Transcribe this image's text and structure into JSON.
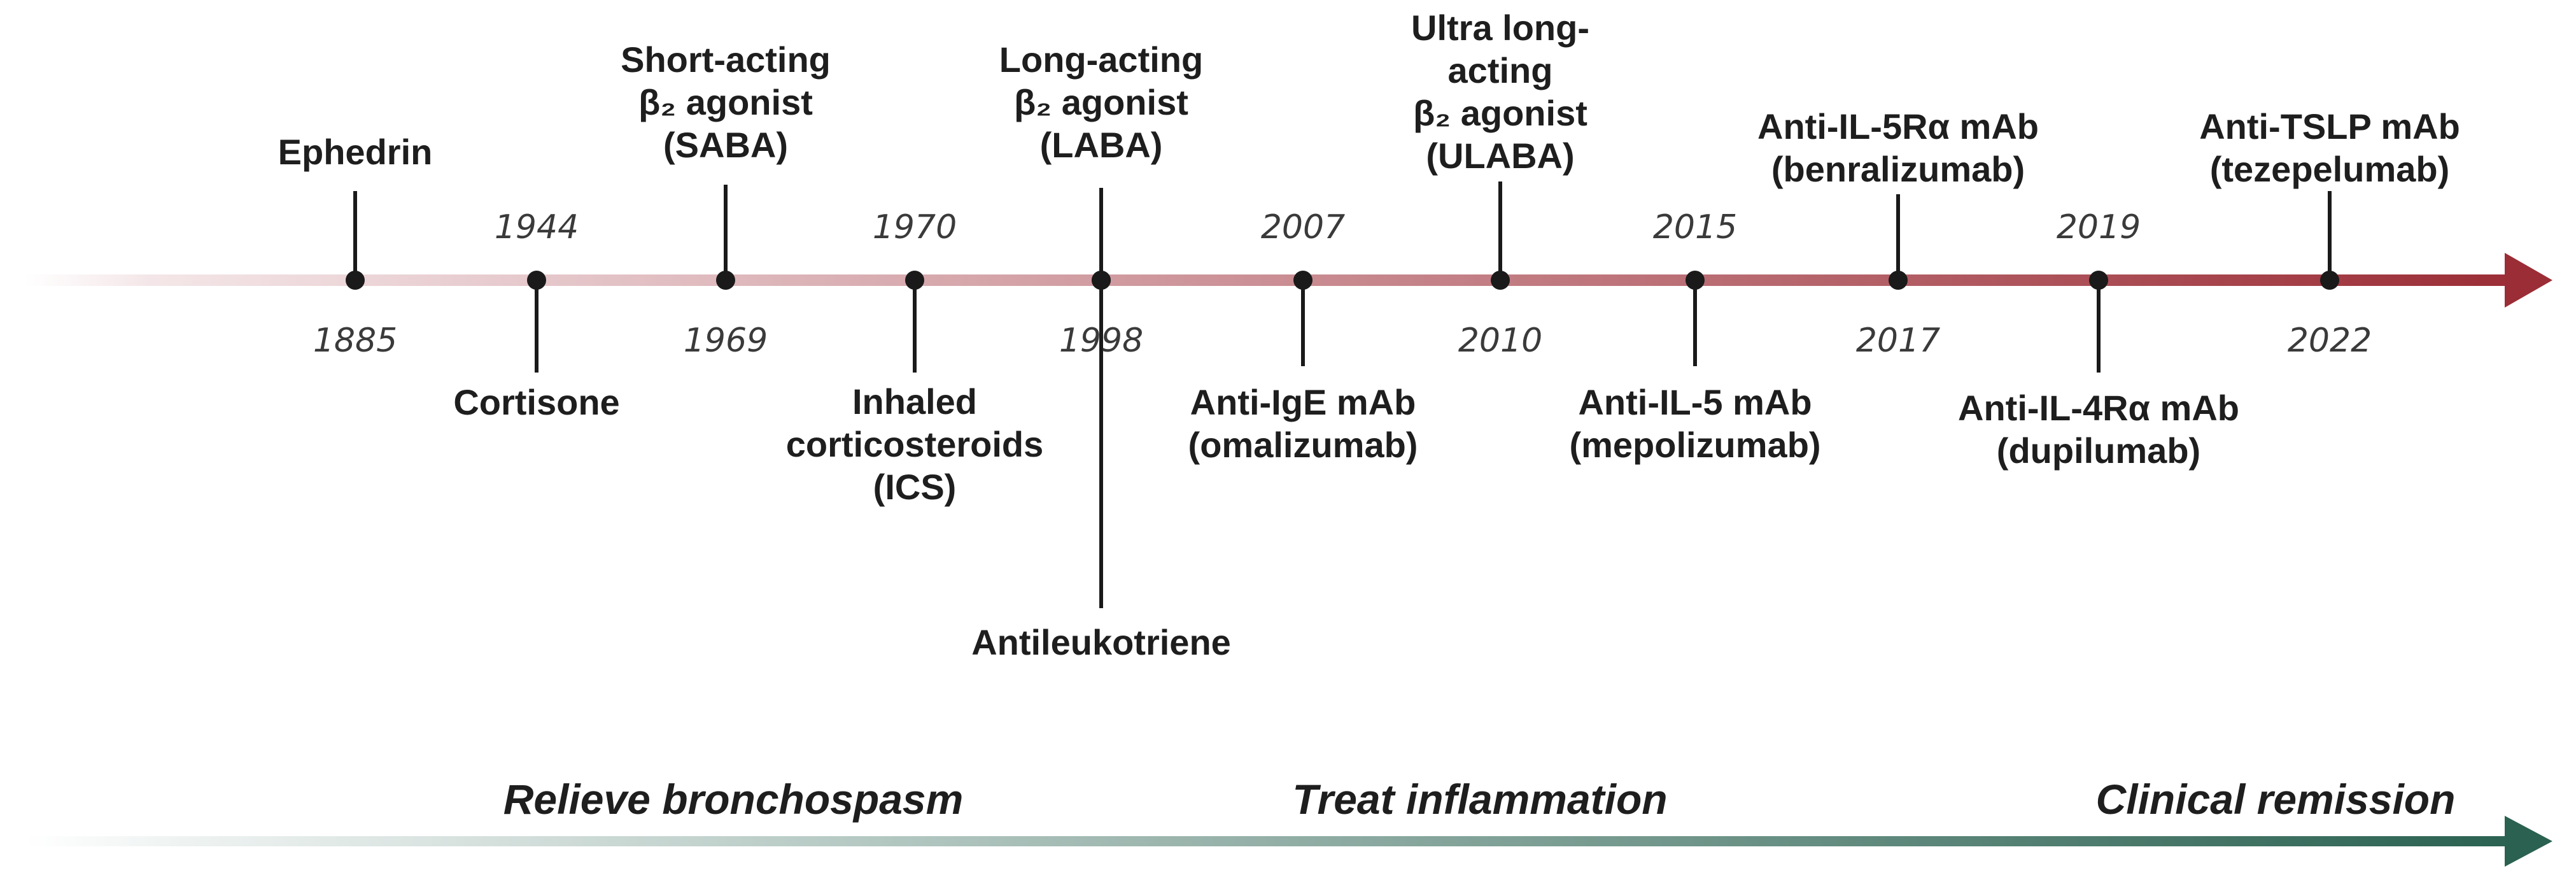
{
  "timeline": {
    "colors": {
      "arrow_start": "#f4e6e8",
      "arrow_end": "#9b2d36",
      "marker": "#1a1a1a"
    },
    "events": [
      {
        "year": "1885",
        "label": [
          "Ephedrin"
        ]
      },
      {
        "year": "1944",
        "label": [
          "Cortisone"
        ]
      },
      {
        "year": "1969",
        "label": [
          "Short-acting",
          "β₂ agonist",
          "(SABA)"
        ]
      },
      {
        "year": "1970",
        "label": [
          "Inhaled",
          "corticosteroids",
          "(ICS)"
        ]
      },
      {
        "year": "1998",
        "label": [
          "Long-acting",
          "β₂ agonist",
          "(LABA)"
        ]
      },
      {
        "year": "1998",
        "label": [
          "Antileukotriene"
        ]
      },
      {
        "year": "2007",
        "label": [
          "Anti-IgE mAb",
          "(omalizumab)"
        ]
      },
      {
        "year": "2010",
        "label": [
          "Ultra long-",
          "acting",
          "β₂ agonist",
          "(ULABA)"
        ]
      },
      {
        "year": "2015",
        "label": [
          "Anti-IL-5 mAb",
          "(mepolizumab)"
        ]
      },
      {
        "year": "2017",
        "label": [
          "Anti-IL-5Rα mAb",
          "(benralizumab)"
        ]
      },
      {
        "year": "2019",
        "label": [
          "Anti-IL-4Rα mAb",
          "(dupilumab)"
        ]
      },
      {
        "year": "2022",
        "label": [
          "Anti-TSLP mAb",
          "(tezepelumab)"
        ]
      }
    ]
  },
  "phases": {
    "colors": {
      "arrow_start": "#f1f5f4",
      "arrow_end": "#2a6150"
    },
    "items": [
      "Relieve bronchospasm",
      "Treat inflammation",
      "Clinical remission"
    ]
  }
}
